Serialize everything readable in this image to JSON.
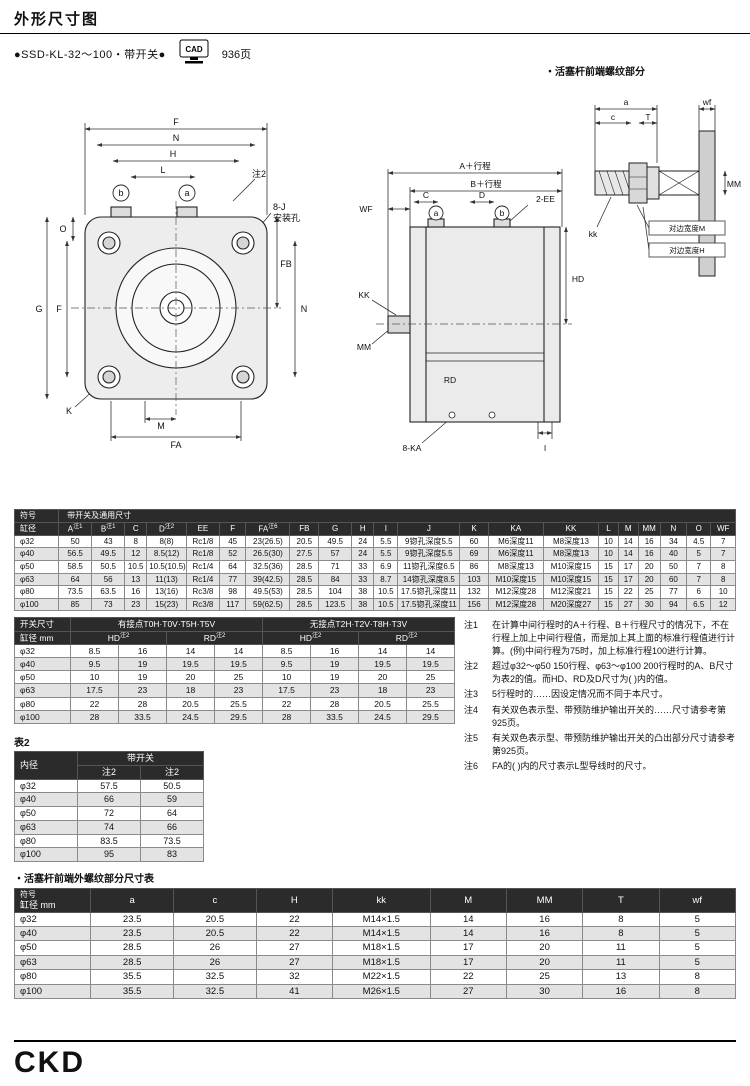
{
  "page": {
    "title": "外形尺寸图",
    "model_line": "●SSD-KL-32～100・带开关●",
    "cad_label": "CAD",
    "cad_page": "936页",
    "rod_note": "・活塞杆前端螺纹部分",
    "thread_table_title": "・活塞杆前端外螺纹部分尺寸表",
    "logo": "CKD"
  },
  "drawings": {
    "front": {
      "f": "F",
      "n": "N",
      "h": "H",
      "l": "L",
      "note2": "注2",
      "j_hole": "8-J",
      "j_hole2": "安装孔",
      "a": "a",
      "b": "b",
      "o": "O",
      "g": "G",
      "f2": "F",
      "k": "K",
      "fb": "FB",
      "n2": "N",
      "m": "M",
      "fa": "FA"
    },
    "side": {
      "a_stroke": "A＋行程",
      "b_stroke": "B＋行程",
      "wf": "WF",
      "c": "C",
      "d": "D",
      "ee": "2-EE",
      "a": "a",
      "b": "b",
      "kk": "KK",
      "hd": "HD",
      "mm": "MM",
      "rd": "RD",
      "ka": "8-KA",
      "i": "I"
    },
    "detail": {
      "a": "a",
      "c": "c",
      "wf": "wf",
      "t": "T",
      "mm": "MM",
      "kk": "kk",
      "flat_m": "对边宽度M",
      "flat_h": "对边宽度H"
    }
  },
  "main_table": {
    "corner_label": "符号",
    "group_label": "带开关及通用尺寸",
    "row_label": "缸径",
    "columns": [
      {
        "t": "A",
        "n": "注1"
      },
      {
        "t": "B",
        "n": "注1"
      },
      {
        "t": "C"
      },
      {
        "t": "D",
        "n": "注2"
      },
      {
        "t": "EE"
      },
      {
        "t": "F"
      },
      {
        "t": "FA",
        "n": "注6"
      },
      {
        "t": "FB"
      },
      {
        "t": "G"
      },
      {
        "t": "H"
      },
      {
        "t": "I"
      },
      {
        "t": "J"
      },
      {
        "t": "K"
      },
      {
        "t": "KA"
      },
      {
        "t": "KK"
      },
      {
        "t": "L"
      },
      {
        "t": "M"
      },
      {
        "t": "MM"
      },
      {
        "t": "N"
      },
      {
        "t": "O"
      },
      {
        "t": "WF"
      }
    ],
    "rows": [
      [
        "φ32",
        "50",
        "43",
        "8",
        "8(8)",
        "Rc1/8",
        "45",
        "23(26.5)",
        "20.5",
        "49.5",
        "24",
        "5.5",
        "9锪孔深度5.5",
        "60",
        "M6深度11",
        "M8深度13",
        "10",
        "14",
        "16",
        "34",
        "4.5",
        "7"
      ],
      [
        "φ40",
        "56.5",
        "49.5",
        "12",
        "8.5(12)",
        "Rc1/8",
        "52",
        "26.5(30)",
        "27.5",
        "57",
        "24",
        "5.5",
        "9锪孔深度5.5",
        "69",
        "M6深度11",
        "M8深度13",
        "10",
        "14",
        "16",
        "40",
        "5",
        "7"
      ],
      [
        "φ50",
        "58.5",
        "50.5",
        "10.5",
        "10.5(10.5)",
        "Rc1/4",
        "64",
        "32.5(36)",
        "28.5",
        "71",
        "33",
        "6.9",
        "11锪孔深度6.5",
        "86",
        "M8深度13",
        "M10深度15",
        "15",
        "17",
        "20",
        "50",
        "7",
        "8"
      ],
      [
        "φ63",
        "64",
        "56",
        "13",
        "11(13)",
        "Rc1/4",
        "77",
        "39(42.5)",
        "28.5",
        "84",
        "33",
        "8.7",
        "14锪孔深度8.5",
        "103",
        "M10深度15",
        "M10深度15",
        "15",
        "17",
        "20",
        "60",
        "7",
        "8"
      ],
      [
        "φ80",
        "73.5",
        "63.5",
        "16",
        "13(16)",
        "Rc3/8",
        "98",
        "49.5(53)",
        "28.5",
        "104",
        "38",
        "10.5",
        "17.5锪孔深度11",
        "132",
        "M12深度28",
        "M12深度21",
        "15",
        "22",
        "25",
        "77",
        "6",
        "10"
      ],
      [
        "φ100",
        "85",
        "73",
        "23",
        "15(23)",
        "Rc3/8",
        "117",
        "59(62.5)",
        "28.5",
        "123.5",
        "38",
        "10.5",
        "17.5锪孔深度11",
        "156",
        "M12深度28",
        "M20深度27",
        "15",
        "27",
        "30",
        "94",
        "6.5",
        "12"
      ]
    ]
  },
  "switch_table": {
    "corner_label": "开关尺寸",
    "row_label": "缸径 mm",
    "group1": "有接点T0H·T0V·T5H·T5V",
    "group2": "无接点T2H·T2V·T8H·T3V",
    "sub_hd": {
      "t": "HD",
      "n": "注2"
    },
    "sub_rd": {
      "t": "RD",
      "n": "注2"
    },
    "rows": [
      [
        "φ32",
        "8.5",
        "16",
        "14",
        "14",
        "8.5",
        "16",
        "14",
        "14"
      ],
      [
        "φ40",
        "9.5",
        "19",
        "19.5",
        "19.5",
        "9.5",
        "19",
        "19.5",
        "19.5"
      ],
      [
        "φ50",
        "10",
        "19",
        "20",
        "25",
        "10",
        "19",
        "20",
        "25"
      ],
      [
        "φ63",
        "17.5",
        "23",
        "18",
        "23",
        "17.5",
        "23",
        "18",
        "23"
      ],
      [
        "φ80",
        "22",
        "28",
        "20.5",
        "25.5",
        "22",
        "28",
        "20.5",
        "25.5"
      ],
      [
        "φ100",
        "28",
        "33.5",
        "24.5",
        "29.5",
        "28",
        "33.5",
        "24.5",
        "29.5"
      ]
    ]
  },
  "table2": {
    "title": "表2",
    "col1": "内径",
    "group": "带开关",
    "sub1": "注2",
    "sub2": "注2",
    "rows": [
      [
        "φ32",
        "57.5",
        "50.5"
      ],
      [
        "φ40",
        "66",
        "59"
      ],
      [
        "φ50",
        "72",
        "64"
      ],
      [
        "φ63",
        "74",
        "66"
      ],
      [
        "φ80",
        "83.5",
        "73.5"
      ],
      [
        "φ100",
        "95",
        "83"
      ]
    ]
  },
  "notes": [
    {
      "tag": "注1",
      "text": "在计算中间行程时的A＋行程、B＋行程尺寸的情况下，不在行程上加上中间行程值，而是加上其上面的标准行程值进行计算。(例)中间行程为75时，加上标准行程100进行计算。"
    },
    {
      "tag": "注2",
      "text": "超过φ32～φ50 150行程、φ63～φ100 200行程时的A、B尺寸为表2的值。而HD、RD及D尺寸为( )内的值。"
    },
    {
      "tag": "注3",
      "text": "5行程时的……因设定情况而不同于本尺寸。"
    },
    {
      "tag": "注4",
      "text": "有关双色表示型、带预防维护输出开关的……尺寸请参考第925页。"
    },
    {
      "tag": "注5",
      "text": "有关双色表示型、带预防维护输出开关的凸出部分尺寸请参考第925页。"
    },
    {
      "tag": "注6",
      "text": "FA的( )内的尺寸表示L型导线时的尺寸。"
    }
  ],
  "thread_table": {
    "corner_top": "符号",
    "corner_bottom": "缸径 mm",
    "columns": [
      "a",
      "c",
      "H",
      "kk",
      "M",
      "MM",
      "T",
      "wf"
    ],
    "rows": [
      [
        "φ32",
        "23.5",
        "20.5",
        "22",
        "M14×1.5",
        "14",
        "16",
        "8",
        "5"
      ],
      [
        "φ40",
        "23.5",
        "20.5",
        "22",
        "M14×1.5",
        "14",
        "16",
        "8",
        "5"
      ],
      [
        "φ50",
        "28.5",
        "26",
        "27",
        "M18×1.5",
        "17",
        "20",
        "11",
        "5"
      ],
      [
        "φ63",
        "28.5",
        "26",
        "27",
        "M18×1.5",
        "17",
        "20",
        "11",
        "5"
      ],
      [
        "φ80",
        "35.5",
        "32.5",
        "32",
        "M22×1.5",
        "22",
        "25",
        "13",
        "8"
      ],
      [
        "φ100",
        "35.5",
        "32.5",
        "41",
        "M26×1.5",
        "27",
        "30",
        "16",
        "8"
      ]
    ]
  }
}
